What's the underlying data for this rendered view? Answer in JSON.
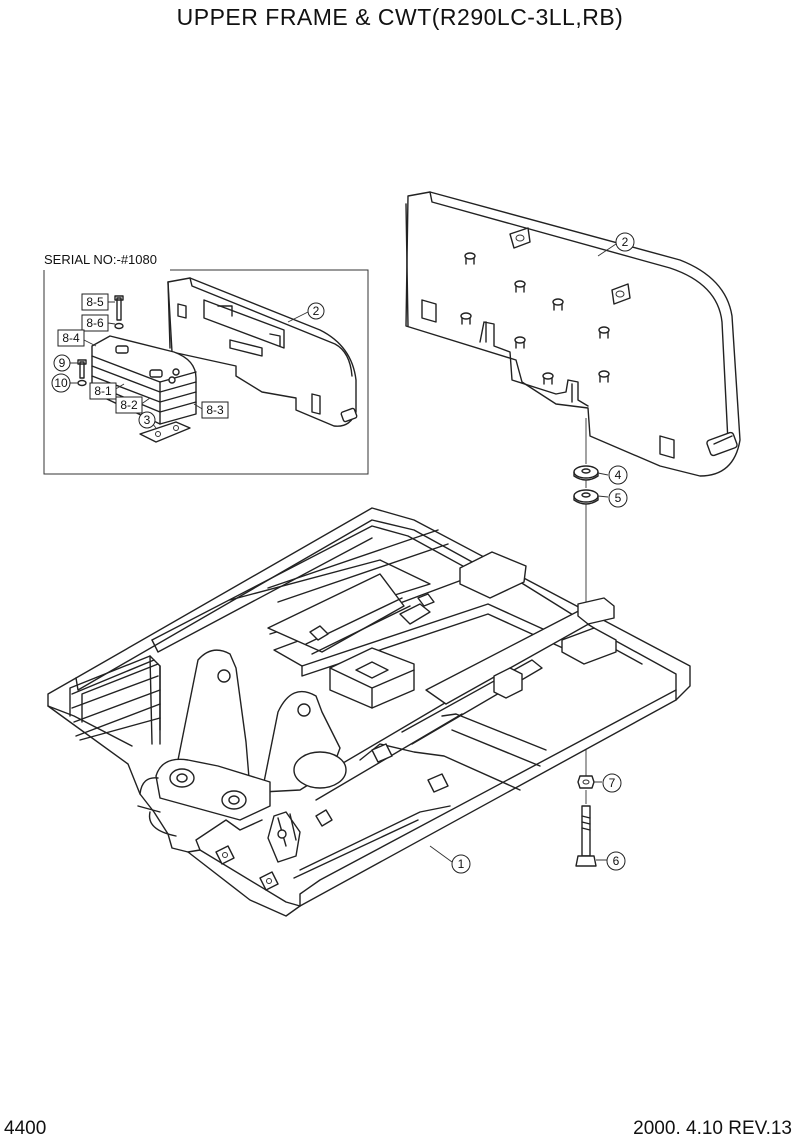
{
  "page": {
    "title": "UPPER FRAME & CWT(R290LC-3LL,RB)",
    "page_number": "4400",
    "revision": "2000. 4.10  REV.13"
  },
  "inset": {
    "serial_label": "SERIAL NO:-#1080"
  },
  "callouts": {
    "main": [
      "1",
      "2",
      "4",
      "5",
      "6",
      "7"
    ],
    "inset": [
      "8-5",
      "8-6",
      "8-4",
      "9",
      "10",
      "8-1",
      "8-2",
      "3",
      "8-3",
      "2"
    ]
  }
}
